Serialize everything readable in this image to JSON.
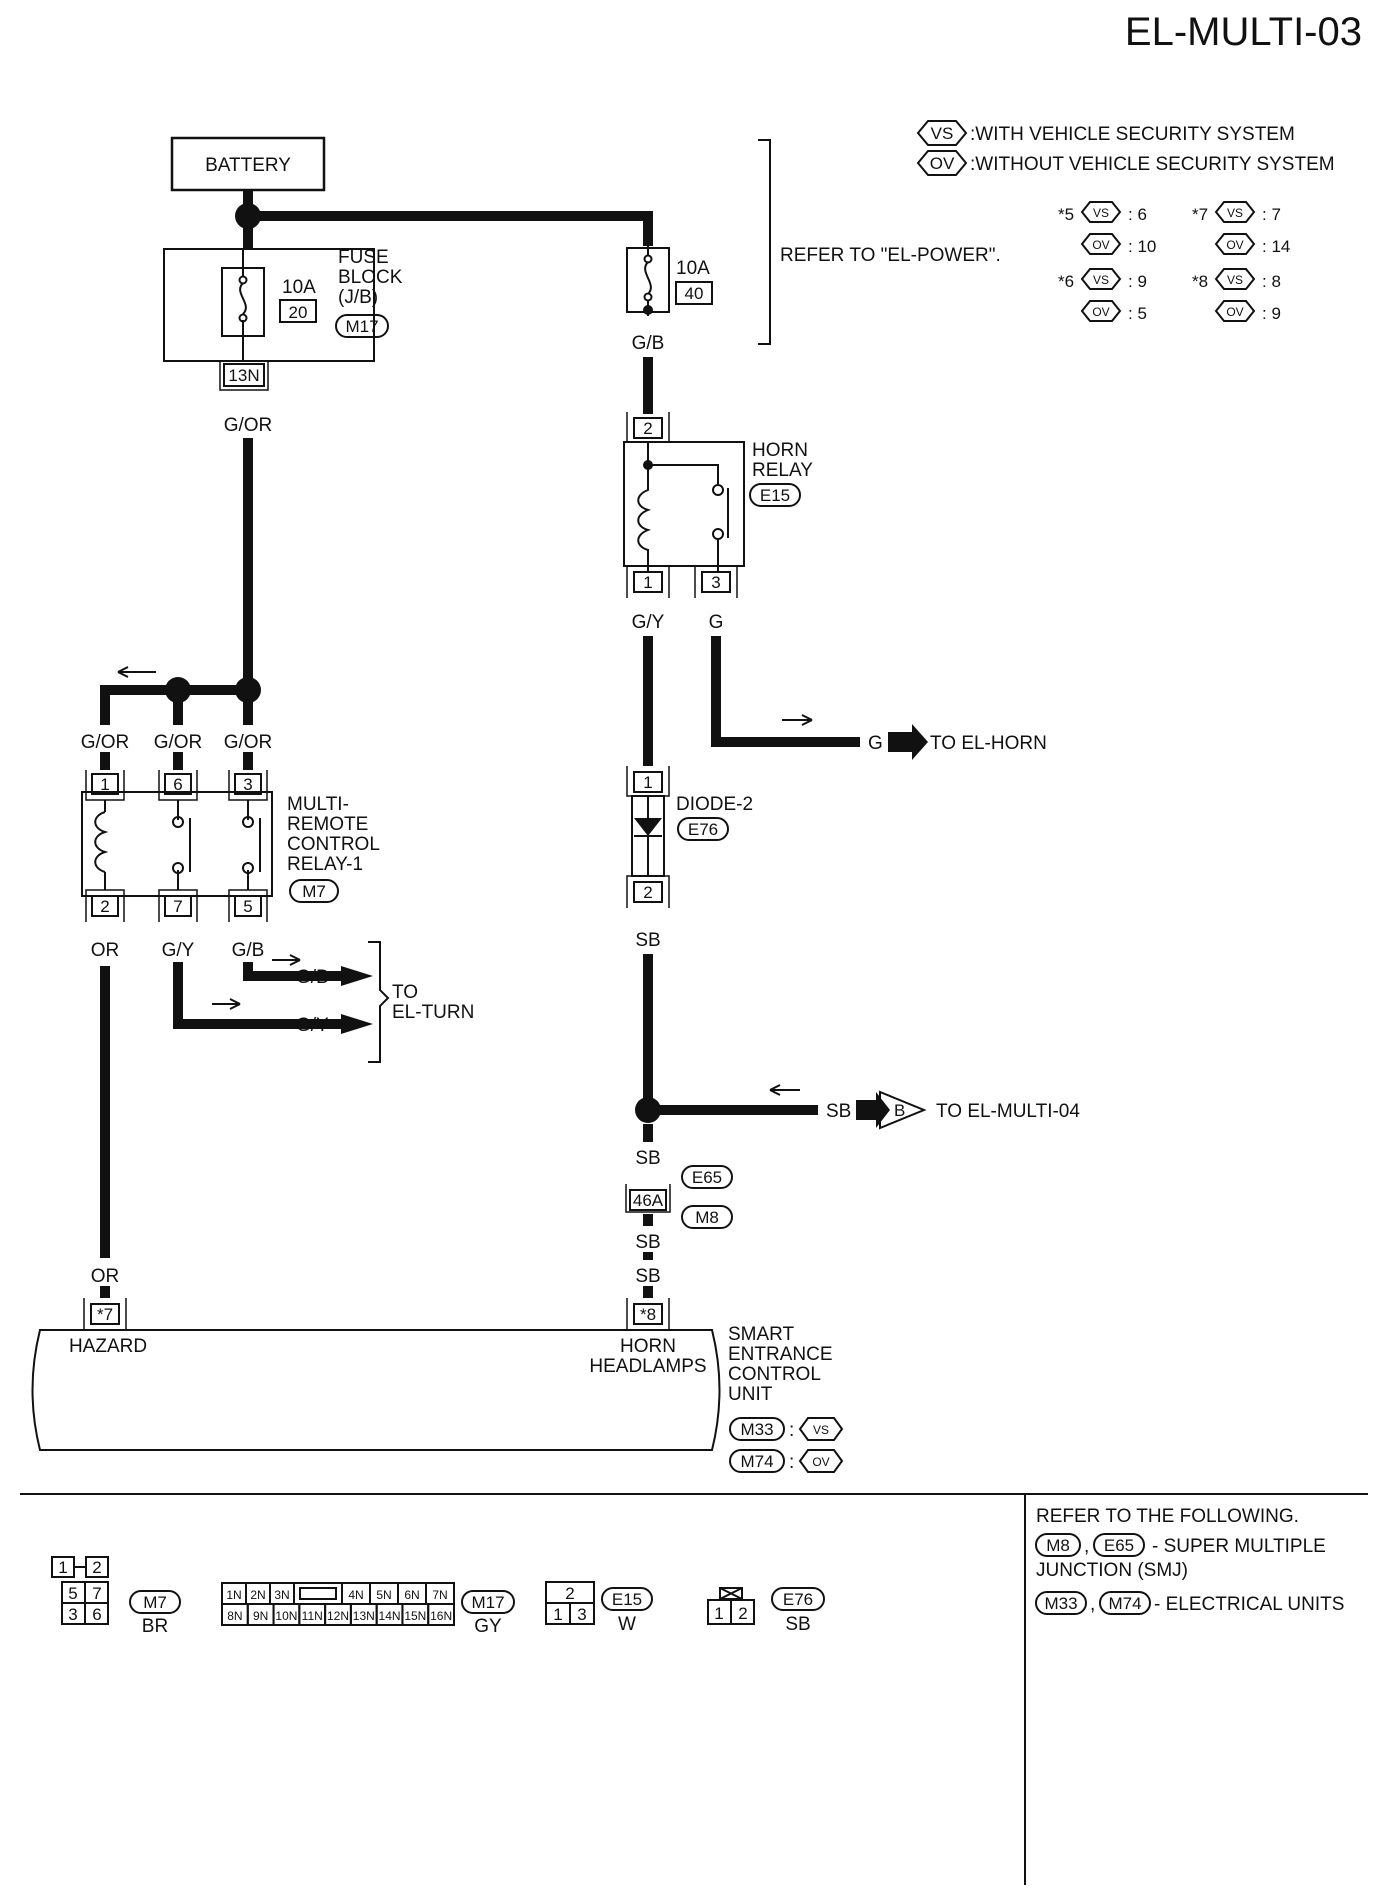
{
  "title": "EL-MULTI-03",
  "legend": {
    "vs_label": "VS",
    "vs_text": ":WITH VEHICLE SECURITY SYSTEM",
    "ov_label": "OV",
    "ov_text": ":WITHOUT VEHICLE SECURITY SYSTEM"
  },
  "terminal_table": {
    "t5": "*5",
    "t5_vs": ": 6",
    "t5_ov": ": 10",
    "t6": "*6",
    "t6_vs": ": 9",
    "t6_ov": ": 5",
    "t7": "*7",
    "t7_vs": ": 7",
    "t7_ov": ": 14",
    "t8": "*8",
    "t8_vs": ": 8",
    "t8_ov": ": 9"
  },
  "refer_power": "REFER TO \"EL-POWER\".",
  "battery": "BATTERY",
  "fuse_block": {
    "line1": "FUSE",
    "line2": "BLOCK",
    "line3": "(J/B)",
    "amp": "10A",
    "fuse_no": "20",
    "connector": "M17",
    "terminal": "13N"
  },
  "fuse40": {
    "amp": "10A",
    "fuse_no": "40"
  },
  "horn_relay": {
    "line1": "HORN",
    "line2": "RELAY",
    "connector": "E15",
    "pin_top": "2",
    "pin_1": "1",
    "pin_3": "3"
  },
  "multi_relay": {
    "line1": "MULTI-",
    "line2": "REMOTE",
    "line3": "CONTROL",
    "line4": "RELAY-1",
    "connector": "M7",
    "pin_1": "1",
    "pin_6": "6",
    "pin_3": "3",
    "pin_2": "2",
    "pin_7": "7",
    "pin_5": "5"
  },
  "diode": {
    "line1": "DIODE-2",
    "connector": "E76",
    "pin_1": "1",
    "pin_2": "2"
  },
  "wires": {
    "gor": "G/OR",
    "gb": "G/B",
    "gy": "G/Y",
    "g": "G",
    "or": "OR",
    "sb": "SB"
  },
  "to_horn": "TO EL-HORN",
  "to_turn": {
    "line1": "TO",
    "line2": "EL-TURN"
  },
  "to_multi04": "TO EL-MULTI-04",
  "connector_b": "B",
  "smj": {
    "conn_top": "E65",
    "conn_bottom": "M8",
    "terminal": "46A"
  },
  "secu": {
    "line1": "SMART",
    "line2": "ENTRANCE",
    "line3": "CONTROL",
    "line4": "UNIT",
    "hazard": "HAZARD",
    "horn": "HORN",
    "headlamps": "HEADLAMPS",
    "pin_hazard": "*7",
    "pin_horn": "*8",
    "conn_vs": "M33",
    "conn_ov": "M74"
  },
  "connectors": {
    "m7": {
      "id": "M7",
      "color": "BR",
      "cells": [
        "1",
        "2",
        "5",
        "7",
        "3",
        "6"
      ]
    },
    "m17": {
      "id": "M17",
      "color": "GY",
      "top": [
        "1N",
        "2N",
        "3N",
        "",
        "4N",
        "5N",
        "6N",
        "7N"
      ],
      "bottom": [
        "8N",
        "9N",
        "10N",
        "11N",
        "12N",
        "13N",
        "14N",
        "15N",
        "16N"
      ]
    },
    "e15": {
      "id": "E15",
      "color": "W",
      "cells": [
        "2",
        "1",
        "3"
      ]
    },
    "e76": {
      "id": "E76",
      "color": "SB",
      "cells": [
        "1",
        "2"
      ]
    }
  },
  "refer_following": {
    "head": "REFER TO THE FOLLOWING.",
    "c1": "M8",
    "c2": "E65",
    "smj_text": "- SUPER MULTIPLE",
    "smj_text2": "JUNCTION (SMJ)",
    "c3": "M33",
    "c4": "M74",
    "eu_text": "- ELECTRICAL UNITS"
  }
}
